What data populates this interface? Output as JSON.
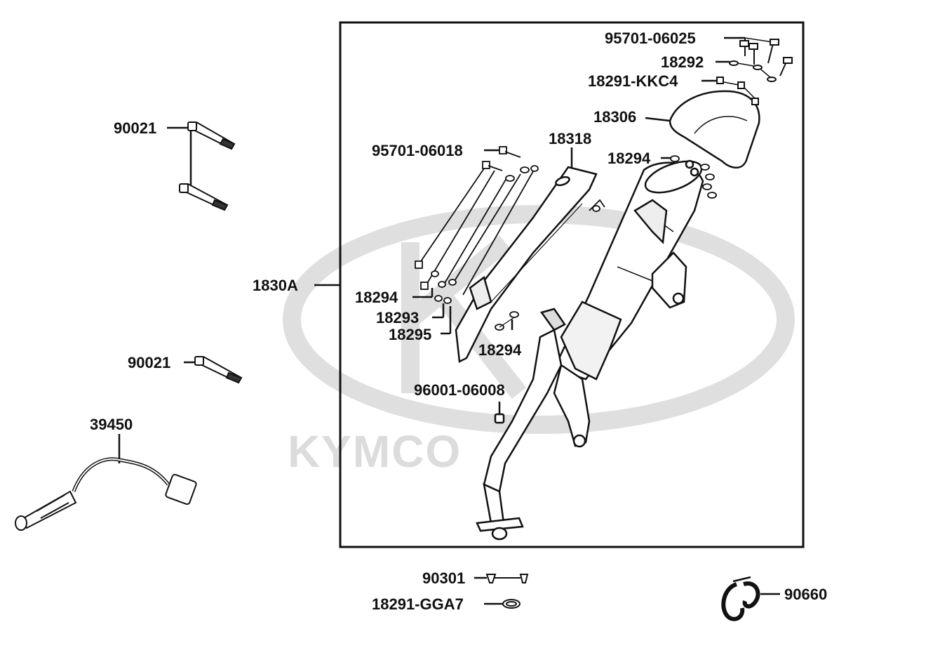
{
  "watermark": {
    "brand": "KYMCO",
    "color": "#dcdcdc"
  },
  "colors": {
    "line": "#111111",
    "part_fill": "#ffffff",
    "shade": "#555555"
  },
  "assembly_label": "1830A",
  "parts": {
    "p_90021_a": "90021",
    "p_90021_b": "90021",
    "p_39450": "39450",
    "p_95701_06025": "95701-06025",
    "p_18292": "18292",
    "p_18291_kkc4": "18291-KKC4",
    "p_18306": "18306",
    "p_18318": "18318",
    "p_95701_06018": "95701-06018",
    "p_18294_a": "18294",
    "p_18294_b": "18294",
    "p_18293": "18293",
    "p_18295": "18295",
    "p_18294_c": "18294",
    "p_96001_06008": "96001-06008",
    "p_90301": "90301",
    "p_18291_gga7": "18291-GGA7",
    "p_90660": "90660"
  }
}
